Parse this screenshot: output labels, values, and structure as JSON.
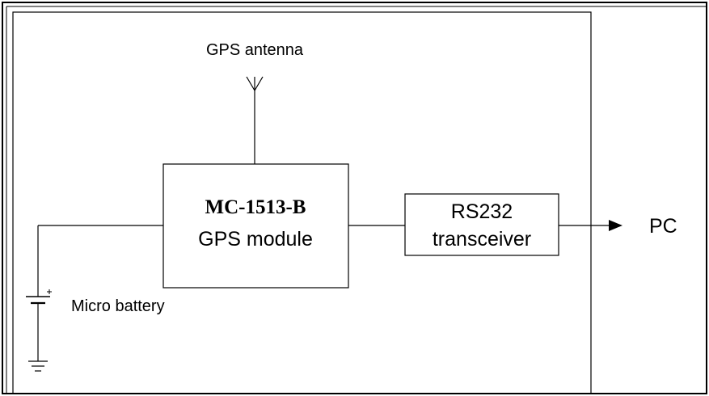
{
  "antenna": {
    "label": "GPS antenna"
  },
  "gps_module": {
    "title": "MC-1513-B",
    "subtitle": "GPS module"
  },
  "transceiver": {
    "line1": "RS232",
    "line2": "transceiver"
  },
  "output": {
    "label": "PC"
  },
  "battery": {
    "label": "Micro battery"
  },
  "colors": {
    "line": "#000000",
    "background": "#ffffff"
  }
}
